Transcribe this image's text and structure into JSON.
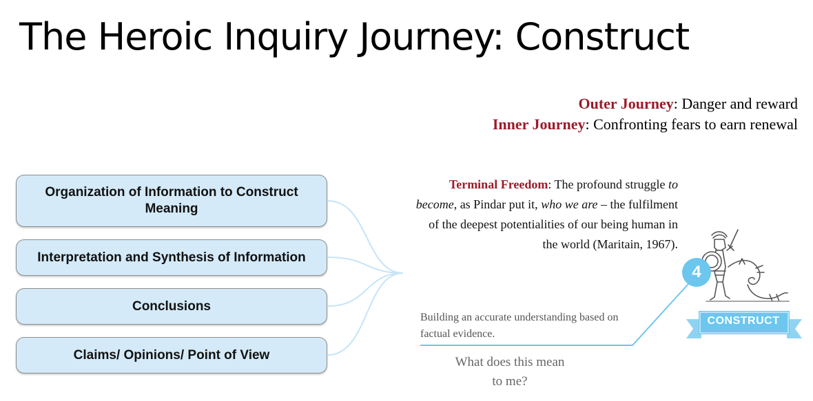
{
  "title": "The Heroic Inquiry Journey: Construct",
  "journey": {
    "outer_label": "Outer Journey",
    "outer_text": ": Danger and reward",
    "inner_label": "Inner Journey",
    "inner_text": ": Confronting fears to earn renewal"
  },
  "boxes": [
    {
      "label": "Organization of Information to Construct Meaning"
    },
    {
      "label": "Interpretation and Synthesis of Information"
    },
    {
      "label": "Conclusions"
    },
    {
      "label": "Claims/ Opinions/ Point of View"
    }
  ],
  "terminal": {
    "label": "Terminal Freedom",
    "text_1": ": The profound struggle",
    "em_1": "to become",
    "text_2": ", as Pindar put it, ",
    "em_2": "who we are",
    "text_3": " – the fulfilment of the deepest potentialities of our being human in the world (Maritain, 1967)."
  },
  "building_text": "Building an accurate understanding based on factual evidence.",
  "question_text": "What does this mean to me?",
  "stage": {
    "number": "4",
    "banner_label": "CONSTRUCT"
  },
  "icons": {
    "hero": "warrior-with-sword-and-shield-icon"
  },
  "colors": {
    "accent_red": "#9b1b2a",
    "box_fill": "#d4eaf8",
    "line_blue": "#6cc6ee",
    "connector_blue": "#c6e4f6"
  }
}
